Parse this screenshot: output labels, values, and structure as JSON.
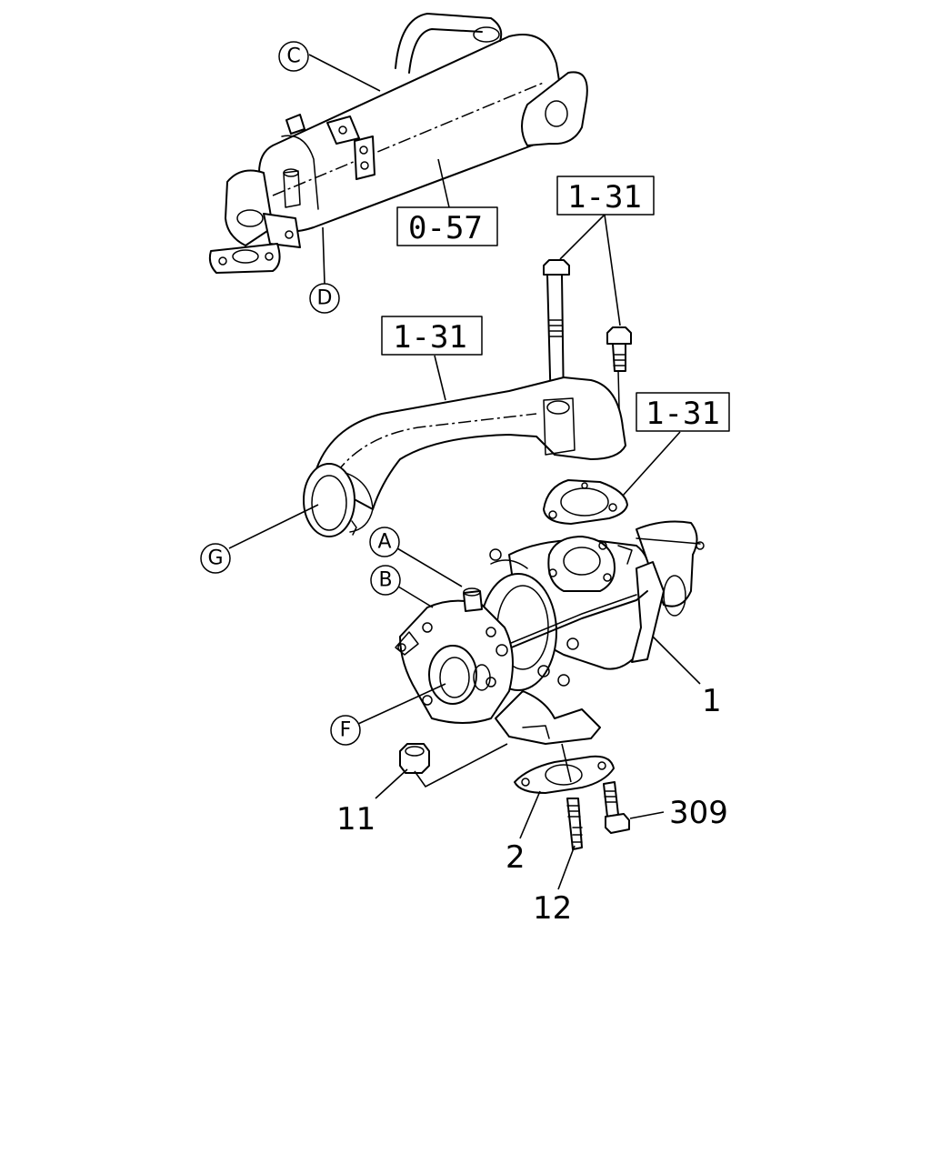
{
  "refs": {
    "egr_cooler": "0-57",
    "bolts_top": "1-31",
    "pipe": "1-31",
    "gasket_top": "1-31"
  },
  "callouts": {
    "c": "C",
    "d": "D",
    "g": "G",
    "a": "A",
    "b": "B",
    "f": "F"
  },
  "parts": {
    "turbo": "1",
    "gasket": "2",
    "nut": "11",
    "stud": "12",
    "bolt": "309"
  }
}
